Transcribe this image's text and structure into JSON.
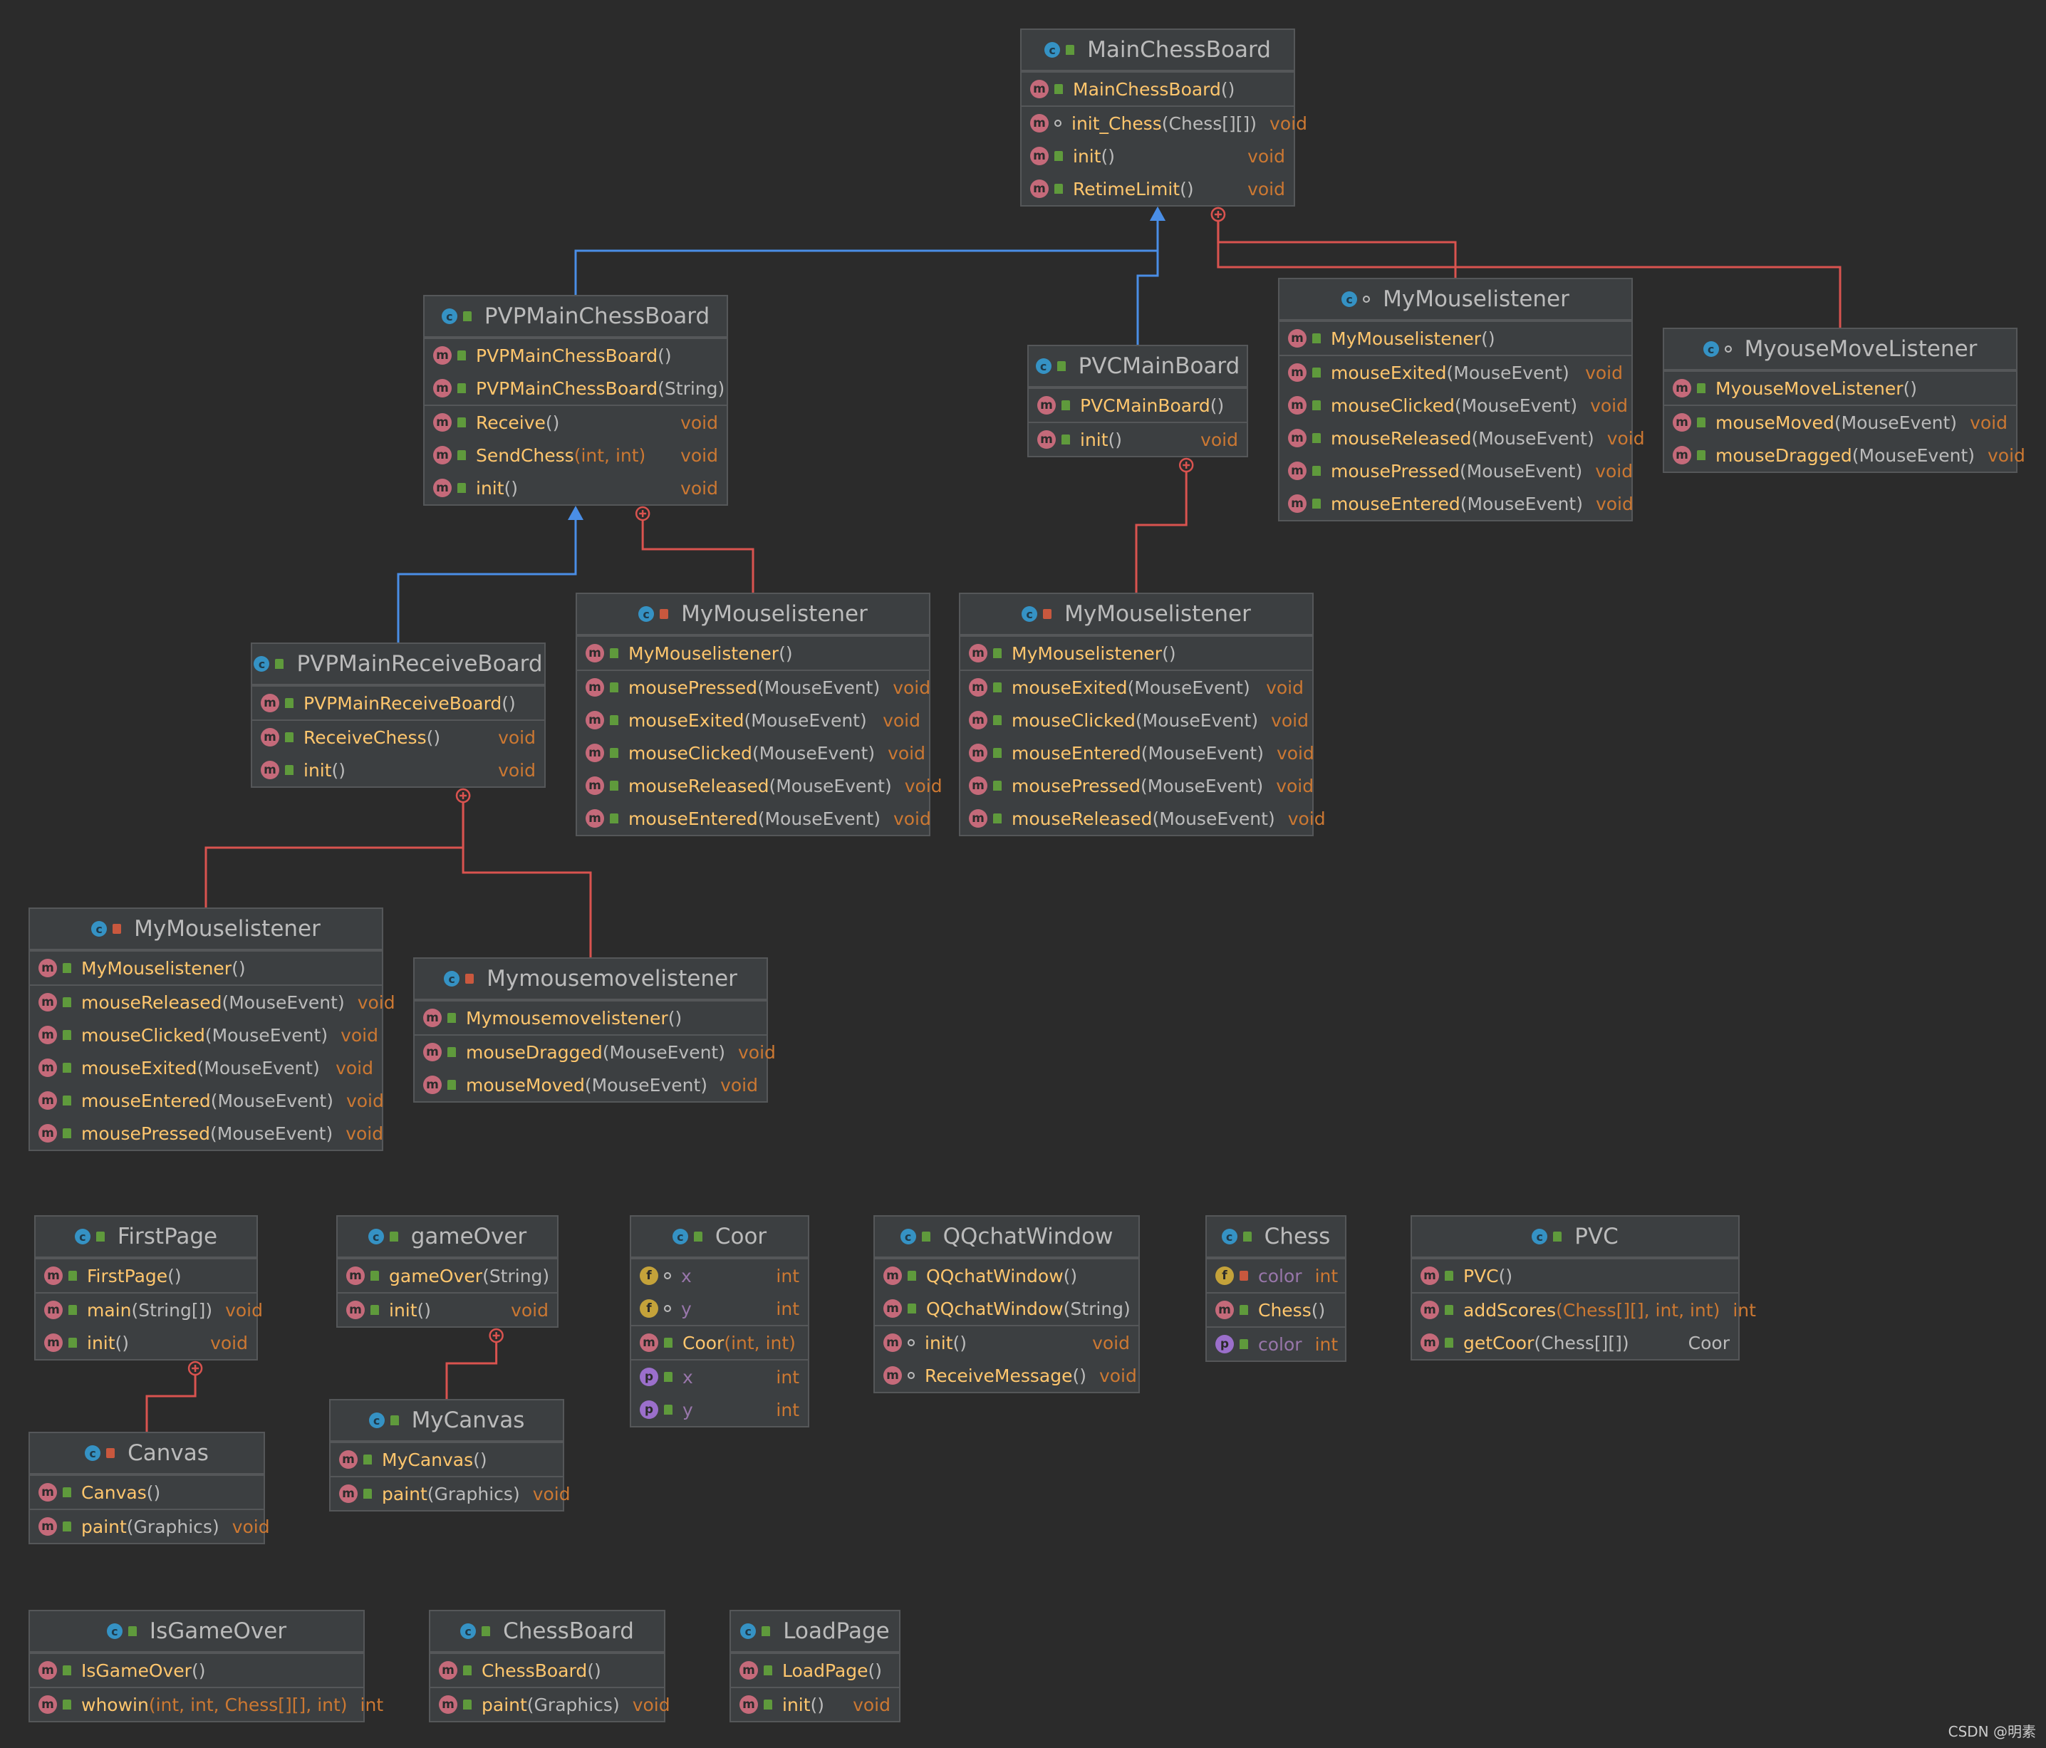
{
  "classes": [
    {
      "id": "mainchessboard",
      "name": "MainChessBoard",
      "vis": "public",
      "sections": [
        [
          {
            "k": "m",
            "v": "public",
            "n": "MainChessBoard",
            "p": "()",
            "t": ""
          }
        ],
        [
          {
            "k": "m",
            "v": "package",
            "n": "init_Chess",
            "p": "(Chess[][])",
            "t": "void"
          },
          {
            "k": "m",
            "v": "public",
            "n": "init",
            "p": "()",
            "t": "void"
          },
          {
            "k": "m",
            "v": "public",
            "n": "RetimeLimit",
            "p": "()",
            "t": "void"
          }
        ]
      ]
    },
    {
      "id": "pvpmainchessboard",
      "name": "PVPMainChessBoard",
      "vis": "public",
      "sections": [
        [
          {
            "k": "m",
            "v": "public",
            "n": "PVPMainChessBoard",
            "p": "()",
            "t": ""
          },
          {
            "k": "m",
            "v": "public",
            "n": "PVPMainChessBoard",
            "p": "(String)",
            "t": ""
          }
        ],
        [
          {
            "k": "m",
            "v": "public",
            "n": "Receive",
            "p": "()",
            "t": "void"
          },
          {
            "k": "m",
            "v": "public",
            "n": "SendChess",
            "p": "(int, int)",
            "t": "void",
            "prim": true
          },
          {
            "k": "m",
            "v": "public",
            "n": "init",
            "p": "()",
            "t": "void"
          }
        ]
      ]
    },
    {
      "id": "pvcmainboard",
      "name": "PVCMainBoard",
      "vis": "public",
      "sections": [
        [
          {
            "k": "m",
            "v": "public",
            "n": "PVCMainBoard",
            "p": "()",
            "t": ""
          }
        ],
        [
          {
            "k": "m",
            "v": "public",
            "n": "init",
            "p": "()",
            "t": "void"
          }
        ]
      ]
    },
    {
      "id": "mymouselistener-main",
      "name": "MyMouselistener",
      "vis": "package",
      "sections": [
        [
          {
            "k": "m",
            "v": "public",
            "n": "MyMouselistener",
            "p": "()",
            "t": ""
          }
        ],
        [
          {
            "k": "m",
            "v": "public",
            "n": "mouseExited",
            "p": "(MouseEvent)",
            "t": "void"
          },
          {
            "k": "m",
            "v": "public",
            "n": "mouseClicked",
            "p": "(MouseEvent)",
            "t": "void"
          },
          {
            "k": "m",
            "v": "public",
            "n": "mouseReleased",
            "p": "(MouseEvent)",
            "t": "void"
          },
          {
            "k": "m",
            "v": "public",
            "n": "mousePressed",
            "p": "(MouseEvent)",
            "t": "void"
          },
          {
            "k": "m",
            "v": "public",
            "n": "mouseEntered",
            "p": "(MouseEvent)",
            "t": "void"
          }
        ]
      ]
    },
    {
      "id": "myousemovelistener",
      "name": "MyouseMoveListener",
      "vis": "package",
      "sections": [
        [
          {
            "k": "m",
            "v": "public",
            "n": "MyouseMoveListener",
            "p": "()",
            "t": ""
          }
        ],
        [
          {
            "k": "m",
            "v": "public",
            "n": "mouseMoved",
            "p": "(MouseEvent)",
            "t": "void"
          },
          {
            "k": "m",
            "v": "public",
            "n": "mouseDragged",
            "p": "(MouseEvent)",
            "t": "void"
          }
        ]
      ]
    },
    {
      "id": "mymouselistener-pvp",
      "name": "MyMouselistener",
      "vis": "private",
      "sections": [
        [
          {
            "k": "m",
            "v": "public",
            "n": "MyMouselistener",
            "p": "()",
            "t": ""
          }
        ],
        [
          {
            "k": "m",
            "v": "public",
            "n": "mousePressed",
            "p": "(MouseEvent)",
            "t": "void"
          },
          {
            "k": "m",
            "v": "public",
            "n": "mouseExited",
            "p": "(MouseEvent)",
            "t": "void"
          },
          {
            "k": "m",
            "v": "public",
            "n": "mouseClicked",
            "p": "(MouseEvent)",
            "t": "void"
          },
          {
            "k": "m",
            "v": "public",
            "n": "mouseReleased",
            "p": "(MouseEvent)",
            "t": "void"
          },
          {
            "k": "m",
            "v": "public",
            "n": "mouseEntered",
            "p": "(MouseEvent)",
            "t": "void"
          }
        ]
      ]
    },
    {
      "id": "mymouselistener-pvc",
      "name": "MyMouselistener",
      "vis": "private",
      "sections": [
        [
          {
            "k": "m",
            "v": "public",
            "n": "MyMouselistener",
            "p": "()",
            "t": ""
          }
        ],
        [
          {
            "k": "m",
            "v": "public",
            "n": "mouseExited",
            "p": "(MouseEvent)",
            "t": "void"
          },
          {
            "k": "m",
            "v": "public",
            "n": "mouseClicked",
            "p": "(MouseEvent)",
            "t": "void"
          },
          {
            "k": "m",
            "v": "public",
            "n": "mouseEntered",
            "p": "(MouseEvent)",
            "t": "void"
          },
          {
            "k": "m",
            "v": "public",
            "n": "mousePressed",
            "p": "(MouseEvent)",
            "t": "void"
          },
          {
            "k": "m",
            "v": "public",
            "n": "mouseReleased",
            "p": "(MouseEvent)",
            "t": "void"
          }
        ]
      ]
    },
    {
      "id": "pvpmainreceiveboard",
      "name": "PVPMainReceiveBoard",
      "vis": "public",
      "sections": [
        [
          {
            "k": "m",
            "v": "public",
            "n": "PVPMainReceiveBoard",
            "p": "()",
            "t": ""
          }
        ],
        [
          {
            "k": "m",
            "v": "public",
            "n": "ReceiveChess",
            "p": "()",
            "t": "void"
          },
          {
            "k": "m",
            "v": "public",
            "n": "init",
            "p": "()",
            "t": "void"
          }
        ]
      ]
    },
    {
      "id": "mymouselistener-recv",
      "name": "MyMouselistener",
      "vis": "private",
      "sections": [
        [
          {
            "k": "m",
            "v": "public",
            "n": "MyMouselistener",
            "p": "()",
            "t": ""
          }
        ],
        [
          {
            "k": "m",
            "v": "public",
            "n": "mouseReleased",
            "p": "(MouseEvent)",
            "t": "void"
          },
          {
            "k": "m",
            "v": "public",
            "n": "mouseClicked",
            "p": "(MouseEvent)",
            "t": "void"
          },
          {
            "k": "m",
            "v": "public",
            "n": "mouseExited",
            "p": "(MouseEvent)",
            "t": "void"
          },
          {
            "k": "m",
            "v": "public",
            "n": "mouseEntered",
            "p": "(MouseEvent)",
            "t": "void"
          },
          {
            "k": "m",
            "v": "public",
            "n": "mousePressed",
            "p": "(MouseEvent)",
            "t": "void"
          }
        ]
      ]
    },
    {
      "id": "mymousemovelistener",
      "name": "Mymousemovelistener",
      "vis": "private",
      "sections": [
        [
          {
            "k": "m",
            "v": "public",
            "n": "Mymousemovelistener",
            "p": "()",
            "t": ""
          }
        ],
        [
          {
            "k": "m",
            "v": "public",
            "n": "mouseDragged",
            "p": "(MouseEvent)",
            "t": "void"
          },
          {
            "k": "m",
            "v": "public",
            "n": "mouseMoved",
            "p": "(MouseEvent)",
            "t": "void"
          }
        ]
      ]
    },
    {
      "id": "firstpage",
      "name": "FirstPage",
      "vis": "public",
      "sections": [
        [
          {
            "k": "m",
            "v": "public",
            "n": "FirstPage",
            "p": "()",
            "t": ""
          }
        ],
        [
          {
            "k": "m",
            "v": "public",
            "n": "main",
            "p": "(String[])",
            "t": "void"
          },
          {
            "k": "m",
            "v": "public",
            "n": "init",
            "p": "()",
            "t": "void"
          }
        ]
      ]
    },
    {
      "id": "gameover",
      "name": "gameOver",
      "vis": "public",
      "sections": [
        [
          {
            "k": "m",
            "v": "public",
            "n": "gameOver",
            "p": "(String)",
            "t": ""
          }
        ],
        [
          {
            "k": "m",
            "v": "public",
            "n": "init",
            "p": "()",
            "t": "void"
          }
        ]
      ]
    },
    {
      "id": "coor",
      "name": "Coor",
      "vis": "public",
      "sections": [
        [
          {
            "k": "f",
            "v": "package",
            "n": "x",
            "p": "",
            "t": "int",
            "fld": true
          },
          {
            "k": "f",
            "v": "package",
            "n": "y",
            "p": "",
            "t": "int",
            "fld": true
          }
        ],
        [
          {
            "k": "m",
            "v": "public",
            "n": "Coor",
            "p": "(int, int)",
            "t": "",
            "prim": true
          }
        ],
        [
          {
            "k": "p",
            "v": "public",
            "n": "x",
            "p": "",
            "t": "int",
            "fld": true
          },
          {
            "k": "p",
            "v": "public",
            "n": "y",
            "p": "",
            "t": "int",
            "fld": true
          }
        ]
      ]
    },
    {
      "id": "qqchatwindow",
      "name": "QQchatWindow",
      "vis": "public",
      "sections": [
        [
          {
            "k": "m",
            "v": "public",
            "n": "QQchatWindow",
            "p": "()",
            "t": ""
          },
          {
            "k": "m",
            "v": "public",
            "n": "QQchatWindow",
            "p": "(String)",
            "t": ""
          }
        ],
        [
          {
            "k": "m",
            "v": "package",
            "n": "init",
            "p": "()",
            "t": "void"
          },
          {
            "k": "m",
            "v": "package",
            "n": "ReceiveMessage",
            "p": "()",
            "t": "void"
          }
        ]
      ]
    },
    {
      "id": "chess",
      "name": "Chess",
      "vis": "public",
      "sections": [
        [
          {
            "k": "f",
            "v": "private",
            "n": "color",
            "p": "",
            "t": "int",
            "fld": true
          }
        ],
        [
          {
            "k": "m",
            "v": "public",
            "n": "Chess",
            "p": "()",
            "t": ""
          }
        ],
        [
          {
            "k": "p",
            "v": "public",
            "n": "color",
            "p": "",
            "t": "int",
            "fld": true
          }
        ]
      ]
    },
    {
      "id": "pvc",
      "name": "PVC",
      "vis": "public",
      "sections": [
        [
          {
            "k": "m",
            "v": "public",
            "n": "PVC",
            "p": "()",
            "t": ""
          }
        ],
        [
          {
            "k": "m",
            "v": "public",
            "n": "addScores",
            "p": "(Chess[][], int, int)",
            "t": "int",
            "prim": true
          },
          {
            "k": "m",
            "v": "public",
            "n": "getCoor",
            "p": "(Chess[][])",
            "t": "Coor",
            "obj": true
          }
        ]
      ]
    },
    {
      "id": "canvas",
      "name": "Canvas",
      "vis": "private",
      "sections": [
        [
          {
            "k": "m",
            "v": "public",
            "n": "Canvas",
            "p": "()",
            "t": ""
          }
        ],
        [
          {
            "k": "m",
            "v": "public",
            "n": "paint",
            "p": "(Graphics)",
            "t": "void"
          }
        ]
      ]
    },
    {
      "id": "mycanvas",
      "name": "MyCanvas",
      "vis": "public",
      "sections": [
        [
          {
            "k": "m",
            "v": "public",
            "n": "MyCanvas",
            "p": "()",
            "t": ""
          }
        ],
        [
          {
            "k": "m",
            "v": "public",
            "n": "paint",
            "p": "(Graphics)",
            "t": "void"
          }
        ]
      ]
    },
    {
      "id": "isgameover",
      "name": "IsGameOver",
      "vis": "public",
      "sections": [
        [
          {
            "k": "m",
            "v": "public",
            "n": "IsGameOver",
            "p": "()",
            "t": ""
          }
        ],
        [
          {
            "k": "m",
            "v": "public",
            "n": "whowin",
            "p": "(int, int, Chess[][], int)",
            "t": "int",
            "prim": true
          }
        ]
      ]
    },
    {
      "id": "chessboard",
      "name": "ChessBoard",
      "vis": "public",
      "sections": [
        [
          {
            "k": "m",
            "v": "public",
            "n": "ChessBoard",
            "p": "()",
            "t": ""
          }
        ],
        [
          {
            "k": "m",
            "v": "public",
            "n": "paint",
            "p": "(Graphics)",
            "t": "void"
          }
        ]
      ]
    },
    {
      "id": "loadpage",
      "name": "LoadPage",
      "vis": "public",
      "sections": [
        [
          {
            "k": "m",
            "v": "public",
            "n": "LoadPage",
            "p": "()",
            "t": ""
          }
        ],
        [
          {
            "k": "m",
            "v": "public",
            "n": "init",
            "p": "()",
            "t": "void"
          }
        ]
      ]
    }
  ],
  "edges": [
    {
      "from": "pvpmainchessboard",
      "to": "mainchessboard",
      "kind": "extends"
    },
    {
      "from": "pvcmainboard",
      "to": "mainchessboard",
      "kind": "extends"
    },
    {
      "from": "pvpmainreceiveboard",
      "to": "pvpmainchessboard",
      "kind": "extends"
    },
    {
      "from": "mymouselistener-main",
      "to": "mainchessboard",
      "kind": "inner"
    },
    {
      "from": "myousemovelistener",
      "to": "mainchessboard",
      "kind": "inner"
    },
    {
      "from": "mymouselistener-pvp",
      "to": "pvpmainchessboard",
      "kind": "inner"
    },
    {
      "from": "mymouselistener-pvc",
      "to": "pvcmainboard",
      "kind": "inner"
    },
    {
      "from": "mymouselistener-recv",
      "to": "pvpmainreceiveboard",
      "kind": "inner"
    },
    {
      "from": "mymousemovelistener",
      "to": "pvpmainreceiveboard",
      "kind": "inner"
    },
    {
      "from": "canvas",
      "to": "firstpage",
      "kind": "inner"
    },
    {
      "from": "mycanvas",
      "to": "gameover",
      "kind": "inner"
    }
  ],
  "colors": {
    "extends": "#4a8ee6",
    "inner": "#d9534f",
    "background": "#2b2b2b",
    "box": "#3c3f41"
  },
  "watermark": "CSDN @明素"
}
